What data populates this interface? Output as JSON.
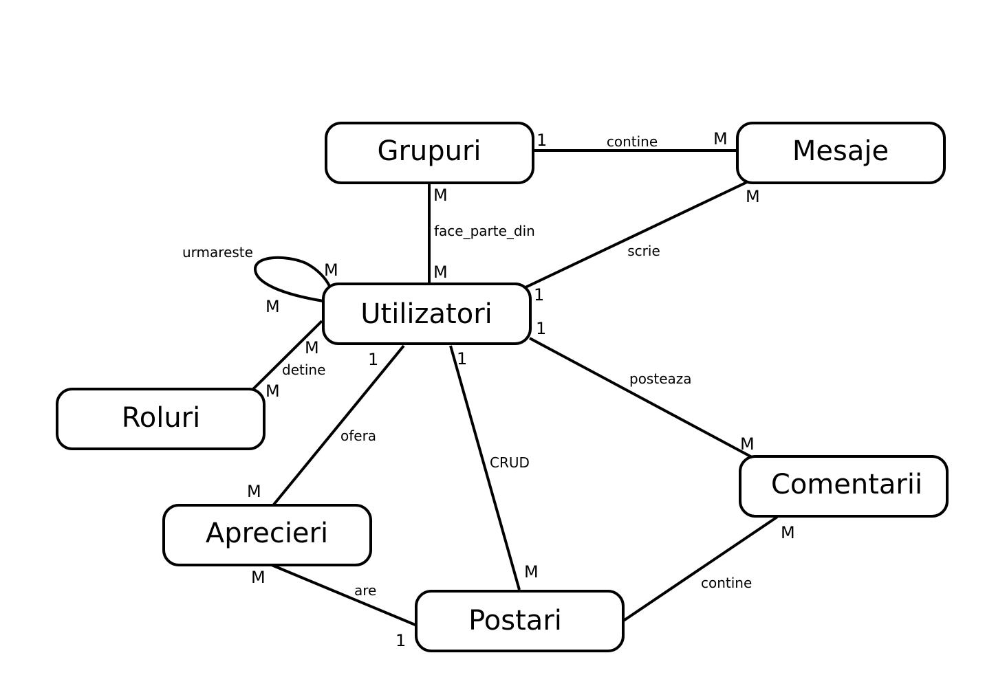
{
  "entities": {
    "grupuri": "Grupuri",
    "mesaje": "Mesaje",
    "utilizatori": "Utilizatori",
    "roluri": "Roluri",
    "aprecieri": "Aprecieri",
    "comentarii": "Comentarii",
    "postari": "Postari"
  },
  "relationships": {
    "grupuri_mesaje": "contine",
    "grupuri_utilizatori": "face_parte_din",
    "utilizatori_mesaje": "scrie",
    "utilizatori_self": "urmareste",
    "utilizatori_roluri": "detine",
    "utilizatori_aprecieri": "ofera",
    "utilizatori_postari": "CRUD",
    "utilizatori_comentarii": "posteaza",
    "aprecieri_postari": "are",
    "comentarii_postari": "contine"
  },
  "cardinalities": {
    "grupuri_mesaje_g": "1",
    "grupuri_mesaje_m": "M",
    "grupuri_utilizatori_g": "M",
    "grupuri_utilizatori_u": "M",
    "utilizatori_mesaje_m": "M",
    "utilizatori_mesaje_u": "1",
    "utilizatori_self_top": "M",
    "utilizatori_self_left": "M",
    "utilizatori_roluri_u": "M",
    "utilizatori_roluri_r": "M",
    "utilizatori_aprecieri_u": "1",
    "utilizatori_aprecieri_a": "M",
    "utilizatori_postari_u": "1",
    "utilizatori_postari_p": "M",
    "utilizatori_comentarii_u": "1",
    "utilizatori_comentarii_c": "M",
    "aprecieri_postari_a": "M",
    "aprecieri_postari_p": "1",
    "comentarii_postari_c": "M"
  }
}
